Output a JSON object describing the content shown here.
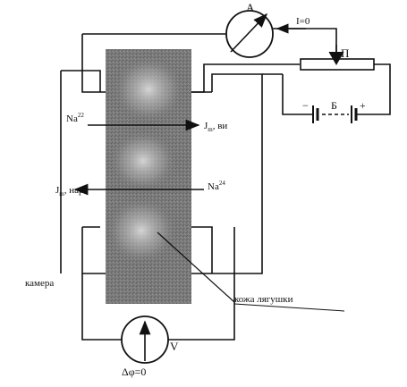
{
  "labels": {
    "ammeter": "A",
    "current_zero": "I=0",
    "potentiometer": "П",
    "battery": "Б",
    "battery_minus": "−",
    "battery_plus": "+",
    "na22": "Na",
    "na22_sup": "22",
    "flux_out_main": "J",
    "flux_out_sub": "m",
    "flux_out_tail": ", ви",
    "flux_in_main": "J",
    "flux_in_sub": "m",
    "flux_in_tail": ", нар",
    "na24": "Na",
    "na24_sup": "24",
    "chamber": "камера",
    "frog_skin": "кожа лягушки",
    "voltmeter": "V",
    "potential_diff": "Δφ=0"
  },
  "colors": {
    "ink": "#111111",
    "tissue_dark": "#6f6f6f",
    "tissue_light": "#c8c8c8"
  }
}
